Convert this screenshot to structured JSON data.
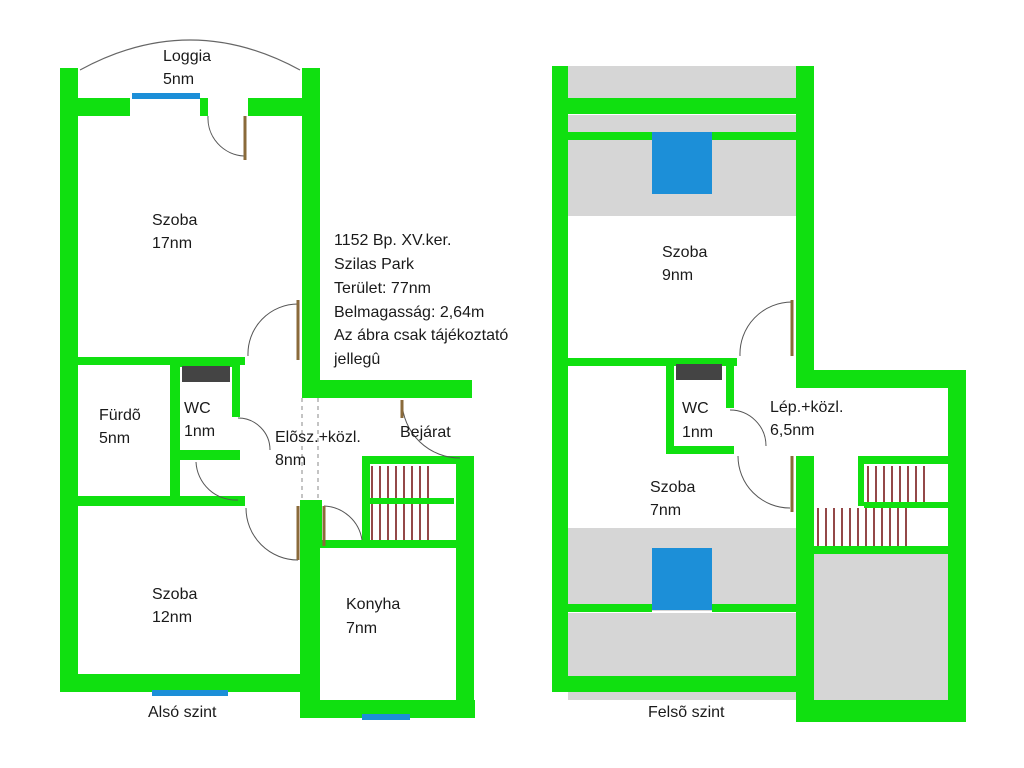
{
  "info": {
    "lines": [
      "1152 Bp. XV.ker.",
      "Szilas Park",
      "Terület: 77nm",
      "Belmagasság: 2,64m",
      "Az ábra csak tájékoztató",
      "jellegû"
    ]
  },
  "lower_level": {
    "caption": "Alsó szint",
    "loggia": {
      "name": "Loggia",
      "area": "5nm"
    },
    "room_top": {
      "name": "Szoba",
      "area": "17nm"
    },
    "bath": {
      "name": "Fürdõ",
      "area": "5nm"
    },
    "wc": {
      "name": "WC",
      "area": "1nm"
    },
    "hall": {
      "name": "Elõsz.+közl.",
      "area": "8nm"
    },
    "entrance": {
      "name": "Bejárat"
    },
    "room_bottom": {
      "name": "Szoba",
      "area": "12nm"
    },
    "kitchen": {
      "name": "Konyha",
      "area": "7nm"
    }
  },
  "upper_level": {
    "caption": "Felsõ szint",
    "room_top": {
      "name": "Szoba",
      "area": "9nm"
    },
    "wc": {
      "name": "WC",
      "area": "1nm"
    },
    "stair_hall": {
      "name": "Lép.+közl.",
      "area": "6,5nm"
    },
    "room_bottom": {
      "name": "Szoba",
      "area": "7nm"
    }
  },
  "colors": {
    "wall": "#10e010",
    "window": "#1c8fd8",
    "sloped_ceiling": "#d6d6d6",
    "stairs": "#7a1a1a"
  }
}
